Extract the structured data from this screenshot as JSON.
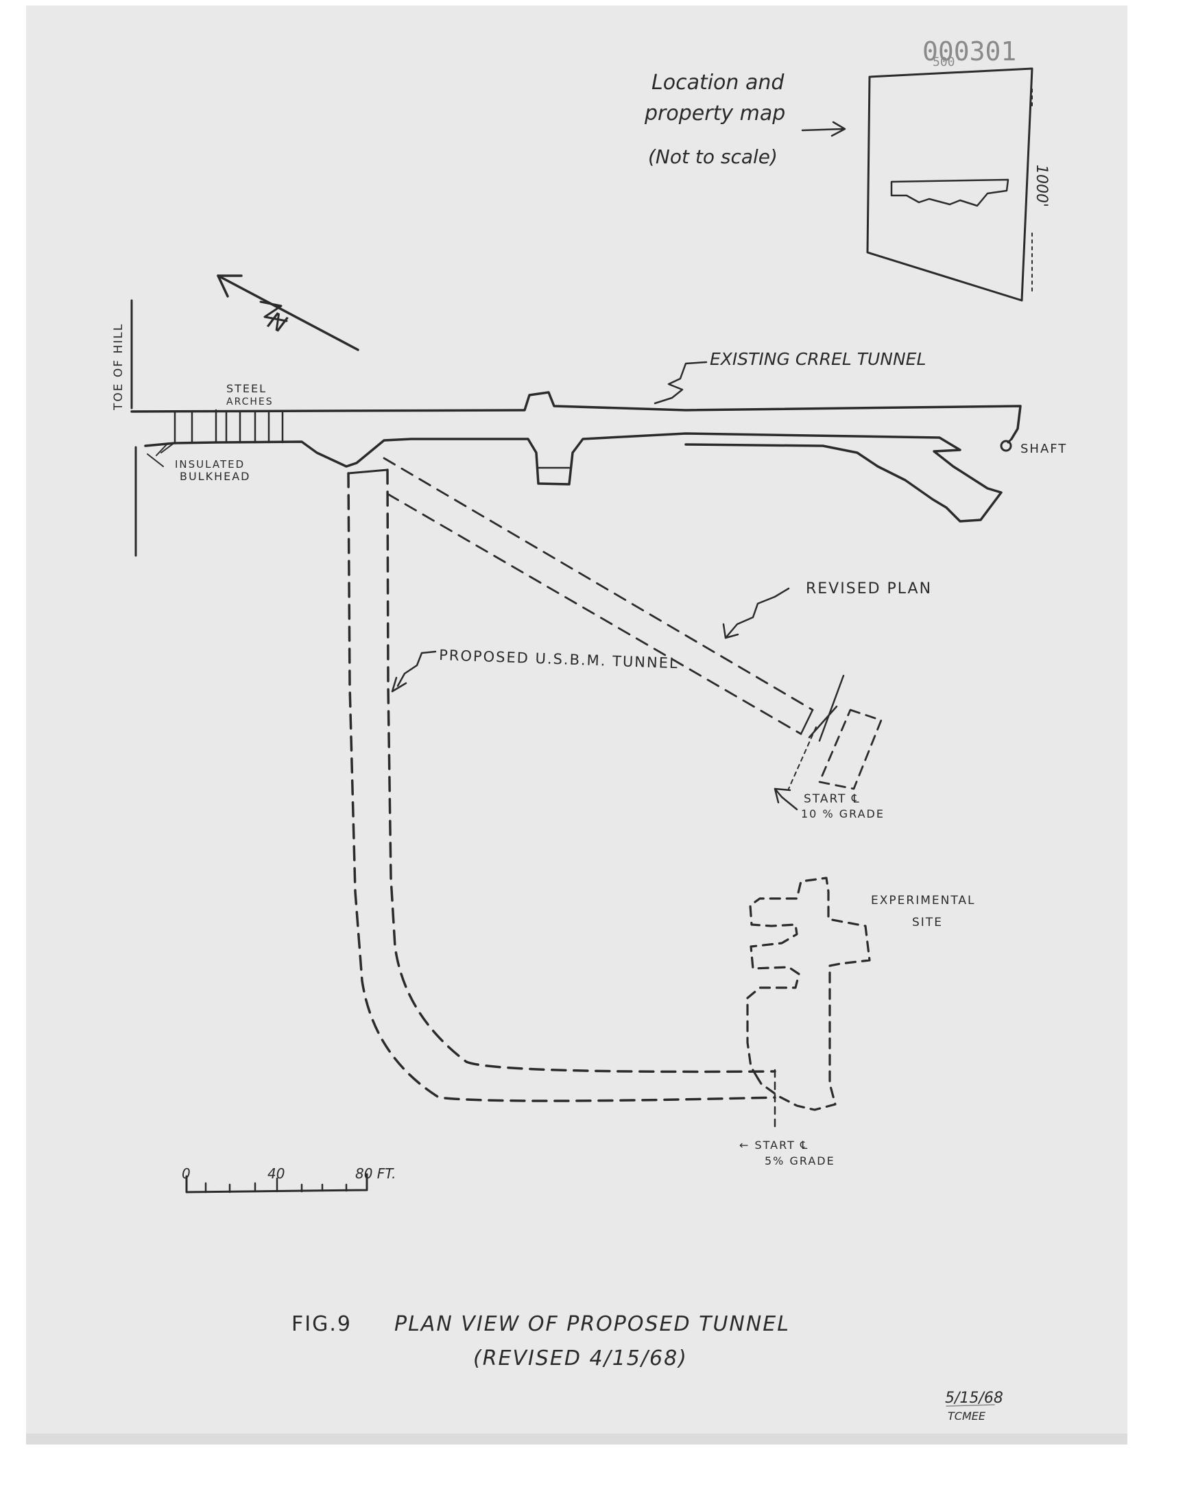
{
  "doc_id": "000301",
  "inset": {
    "title_line1": "Location and",
    "title_line2": "property map",
    "note": "(Not to scale)",
    "dim_top": "500'",
    "dim_side": "1000'"
  },
  "labels": {
    "toe_of_hill": "TOE OF HILL",
    "steel_arches_1": "STEEL",
    "steel_arches_2": "ARCHES",
    "insulated_1": "INSULATED",
    "insulated_2": "BULKHEAD",
    "existing_tunnel": "EXISTING CRREL TUNNEL",
    "shaft": "SHAFT",
    "revised_plan": "REVISED PLAN",
    "proposed_tunnel": "PROPOSED U.S.B.M. TUNNEL",
    "start_10_1": "START ℄",
    "start_10_2": "10 % GRADE",
    "experimental_1": "EXPERIMENTAL",
    "experimental_2": "SITE",
    "start_5_1": "← START ℄",
    "start_5_2": "5% GRADE",
    "north": "N"
  },
  "scale": {
    "t0": "0",
    "t40": "40",
    "t80": "80 FT."
  },
  "caption": {
    "line1_fig": "FIG.9",
    "line1_title": "PLAN VIEW OF PROPOSED TUNNEL",
    "line2": "(REVISED 4/15/68)"
  },
  "signature": {
    "date": "5/15/68",
    "initials": "TCMEE"
  }
}
